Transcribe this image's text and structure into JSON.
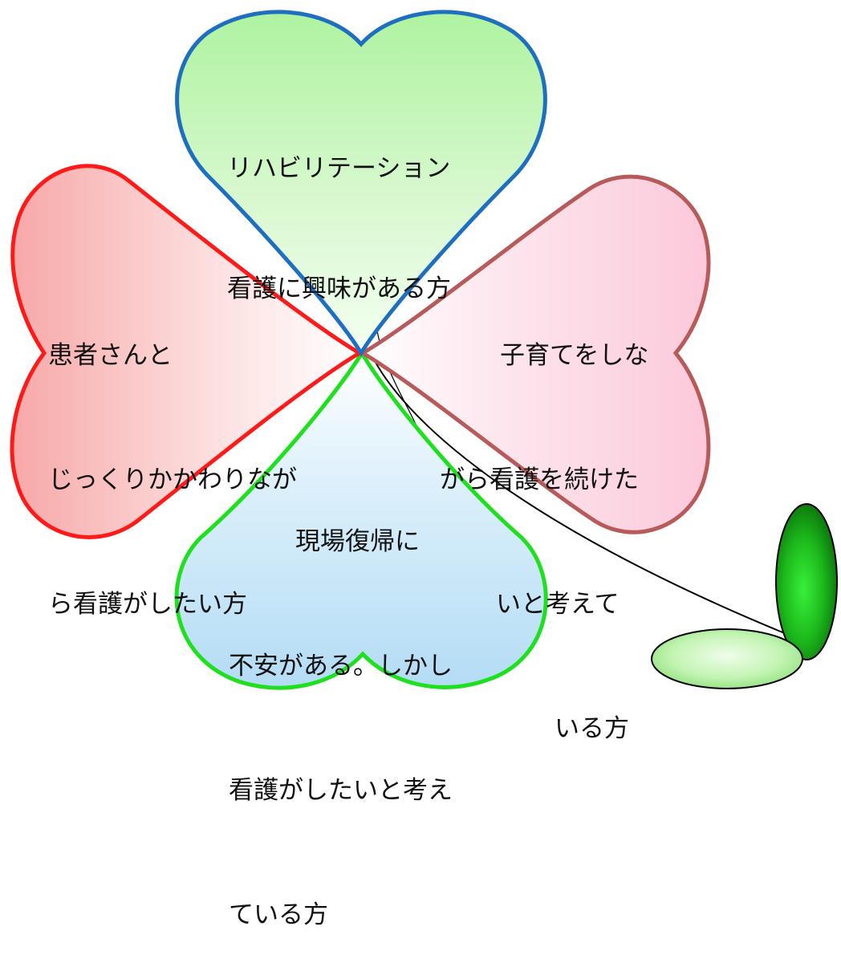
{
  "petals": {
    "top": {
      "lines": [
        "リハビリテーション",
        "看護に興味がある方"
      ],
      "border_color": "#1f6fc0",
      "fill_color": "#aef3a0"
    },
    "left": {
      "lines": [
        "患者さんと",
        "じっくりかかわりなが",
        "ら看護がしたい方"
      ],
      "border_color": "#ff1a1a",
      "fill_color": "#f7b3b3"
    },
    "right": {
      "lines": [
        "子育てをしな",
        "がら看護を続けた",
        "いと考えて",
        "いる方"
      ],
      "border_color": "#b85a5a",
      "fill_color": "#fcd4e2"
    },
    "bottom": {
      "lines": [
        "現場復帰に",
        "不安がある。しかし",
        "看護がしたいと考え",
        "ている方"
      ],
      "border_color": "#1ee01e",
      "fill_color": "#bfe3f7"
    }
  },
  "leaves": {
    "colors": [
      "#0f8a0f",
      "#2fd82f",
      "#bff5b0"
    ]
  }
}
